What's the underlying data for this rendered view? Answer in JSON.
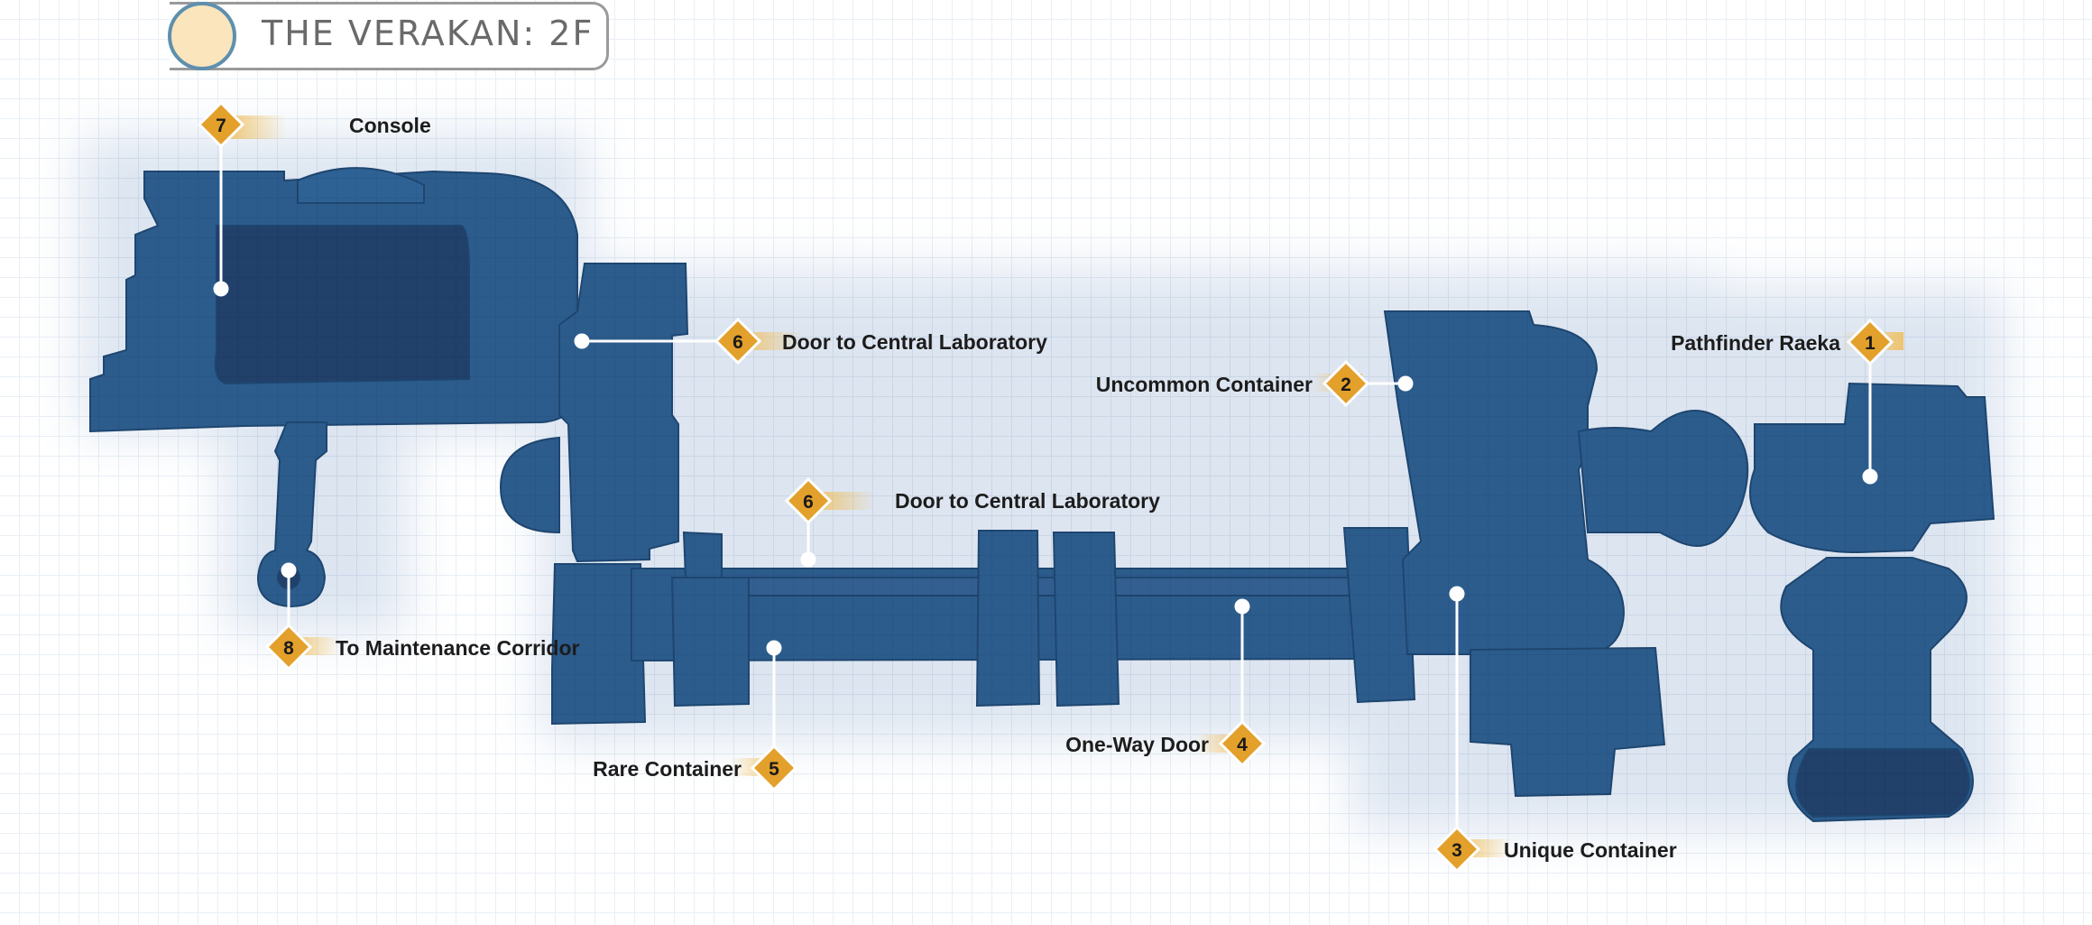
{
  "map": {
    "title": "THE VERAKAN: 2F",
    "accent_color": "#e3a02b",
    "floor_color": "#2c5c8c",
    "floor_dark_color": "#21406a"
  },
  "markers": [
    {
      "id": "m1",
      "number": "1",
      "label": "Pathfinder Raeka"
    },
    {
      "id": "m2",
      "number": "2",
      "label": "Uncommon Container"
    },
    {
      "id": "m3",
      "number": "3",
      "label": "Unique Container"
    },
    {
      "id": "m4",
      "number": "4",
      "label": "One-Way Door"
    },
    {
      "id": "m5",
      "number": "5",
      "label": "Rare Container"
    },
    {
      "id": "m6a",
      "number": "6",
      "label": "Door to Central Laboratory"
    },
    {
      "id": "m6b",
      "number": "6",
      "label": "Door to Central Laboratory"
    },
    {
      "id": "m7",
      "number": "7",
      "label": "Console"
    },
    {
      "id": "m8",
      "number": "8",
      "label": "To Maintenance Corridor"
    }
  ]
}
